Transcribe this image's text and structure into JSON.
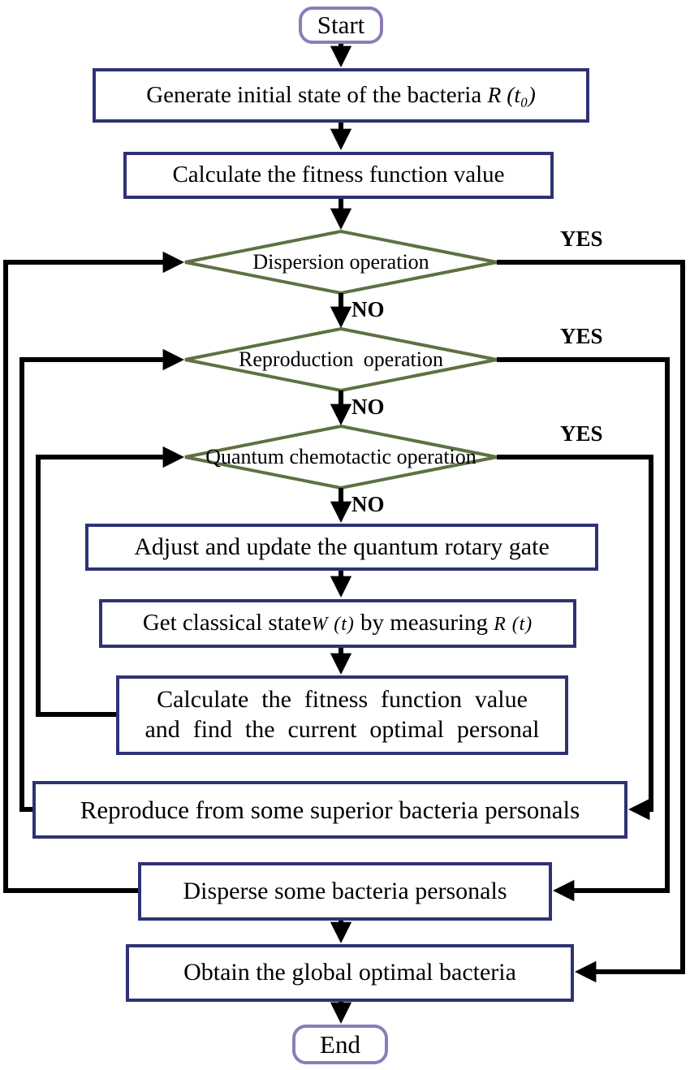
{
  "palette": {
    "bg": "#ffffff",
    "text": "#000000",
    "line": "#000000",
    "box_border": "#2e3273",
    "diamond_border": "#5d7142",
    "terminator_border": "#8d7cb8"
  },
  "nodes": {
    "start": "Start",
    "generate": {
      "text": "Generate initial state of the bacteria",
      "math": "R (t₀)"
    },
    "calc_fitness": "Calculate the fitness function value",
    "dispersion": "Dispersion operation",
    "reproduction": "Reproduction operation",
    "chemotactic": "Quantum chemotactic operation",
    "adjust": "Adjust and update the quantum rotary gate",
    "get_state": {
      "pre": "Get classical state",
      "math1": "W (t)",
      "mid": "by measuring",
      "math2": "R (t)"
    },
    "calc_find": {
      "line1": "Calculate the fitness function value",
      "line2": "and find the current optimal personal"
    },
    "reproduce": "Reproduce from some superior bacteria personals",
    "disperse": "Disperse some bacteria personals",
    "obtain": "Obtain the global optimal bacteria",
    "end": "End"
  },
  "labels": {
    "yes": "YES",
    "no": "NO"
  }
}
